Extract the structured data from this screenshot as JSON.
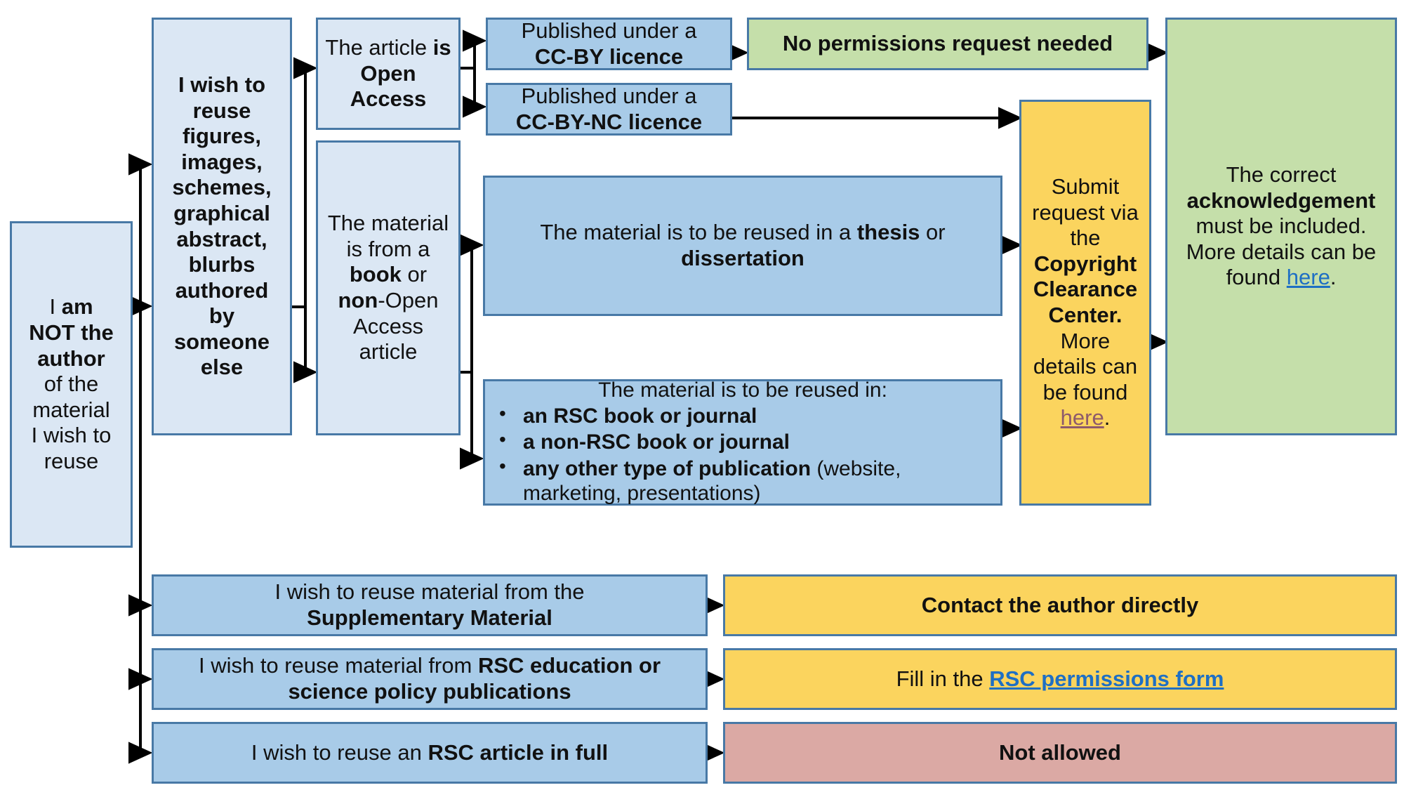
{
  "title": "RSC permissions decision flowchart — I am NOT the author",
  "colors": {
    "box_border": "#4879a6",
    "blue_light": "#dbe7f4",
    "blue_mid": "#a8cbe8",
    "green": "#c5dfaa",
    "yellow": "#fbd45e",
    "red": "#dba9a4",
    "link_blue": "#1e6fc4",
    "link_mauve": "#8e5a6b",
    "arrow": "#000000"
  },
  "nodes": {
    "start": {
      "id": "not-author",
      "lines": [
        "I ",
        "am",
        "NOT the",
        "author",
        " of the",
        "material",
        "I wish to",
        "reuse"
      ],
      "text_plain": "I am NOT the author of the material I wish to reuse",
      "fill": "blue_light"
    },
    "reuse_figures": {
      "id": "reuse-figures",
      "text_plain": "I wish to reuse figures, images, schemes, graphical abstract, blurbs authored by someone else",
      "fill": "blue_light"
    },
    "open_access": {
      "id": "article-open-access",
      "prefix": "The article ",
      "strong": "is Open Access",
      "text_plain": "The article is Open Access",
      "fill": "blue_light"
    },
    "book_or_non_oa": {
      "id": "book-or-non-open-access",
      "text_plain": "The material is from a book or non-Open Access article",
      "lead": "The material is from a ",
      "strong1": "book",
      "mid": " or ",
      "strong2": "non",
      "tail": "-Open Access article",
      "fill": "blue_light"
    },
    "ccby": {
      "id": "cc-by-licence",
      "line1": "Published under a",
      "line2": "CC-BY licence",
      "text_plain": "Published under a CC-BY licence",
      "fill": "blue_mid"
    },
    "ccbync": {
      "id": "cc-by-nc-licence",
      "line1": "Published under a",
      "line2": "CC-BY-NC licence",
      "text_plain": "Published under a CC-BY-NC licence",
      "fill": "blue_mid"
    },
    "no_permission": {
      "id": "no-permissions-request-needed",
      "text": "No permissions request needed",
      "fill": "green"
    },
    "thesis": {
      "id": "thesis-or-dissertation",
      "lead": "The material is to be reused in a ",
      "strong1": "thesis",
      "mid": " or ",
      "strong2": "dissertation",
      "text_plain": "The material is to be reused in a thesis or dissertation",
      "fill": "blue_mid"
    },
    "reused_in": {
      "id": "material-reused-in-list",
      "heading": "The material is to be reused in:",
      "bullets": [
        {
          "strong": "an RSC book or journal",
          "rest": ""
        },
        {
          "strong": "a non-RSC book or journal",
          "rest": ""
        },
        {
          "strong": "any other type of publication",
          "rest": " (website, marketing, presentations)"
        }
      ],
      "fill": "blue_mid"
    },
    "ccc": {
      "id": "copyright-clearance-center",
      "lead": "Submit request via the ",
      "strong": "Copyright Clearance Center.",
      "mid": " More details can be found ",
      "link": "here",
      "tail": ".",
      "text_plain": "Submit request via the Copyright Clearance Center. More details can be found here.",
      "fill": "yellow",
      "link_color": "link_mauve"
    },
    "acknowledgement": {
      "id": "correct-acknowledgement",
      "lead": "The correct ",
      "strong": "acknowledgement",
      "mid": " must be included. More details can be found ",
      "link": "here",
      "tail": ".",
      "text_plain": "The correct acknowledgement must be included. More details can be found here.",
      "fill": "green",
      "link_color": "link_blue"
    },
    "supplementary": {
      "id": "reuse-supplementary-material",
      "line1": "I wish to reuse material from the",
      "line2": "Supplementary Material",
      "text_plain": "I wish to reuse material from the Supplementary Material",
      "fill": "blue_mid"
    },
    "contact_author": {
      "id": "contact-the-author-directly",
      "text": "Contact the author directly",
      "fill": "yellow"
    },
    "education_policy": {
      "id": "reuse-rsc-education-science-policy",
      "lead": "I wish to reuse material from ",
      "strong": "RSC education or science policy publications",
      "text_plain": "I wish to reuse material from RSC education or science policy publications",
      "fill": "blue_mid"
    },
    "permissions_form": {
      "id": "fill-in-rsc-permissions-form",
      "lead": "Fill in the ",
      "link": "RSC permissions form",
      "text_plain": "Fill in the RSC permissions form",
      "fill": "yellow",
      "link_color": "link_blue"
    },
    "article_in_full": {
      "id": "reuse-rsc-article-in-full",
      "lead": "I wish to reuse an ",
      "strong": "RSC article in full",
      "text_plain": "I wish to reuse an RSC article in full",
      "fill": "blue_mid"
    },
    "not_allowed": {
      "id": "not-allowed",
      "text": "Not allowed",
      "fill": "red"
    }
  },
  "edges": [
    {
      "from": "not-author",
      "to": "reuse-figures"
    },
    {
      "from": "not-author",
      "to": "reuse-supplementary-material"
    },
    {
      "from": "not-author",
      "to": "reuse-rsc-education-science-policy"
    },
    {
      "from": "not-author",
      "to": "reuse-rsc-article-in-full"
    },
    {
      "from": "reuse-figures",
      "to": "article-open-access"
    },
    {
      "from": "reuse-figures",
      "to": "book-or-non-open-access"
    },
    {
      "from": "article-open-access",
      "to": "cc-by-licence"
    },
    {
      "from": "article-open-access",
      "to": "cc-by-nc-licence"
    },
    {
      "from": "cc-by-licence",
      "to": "no-permissions-request-needed"
    },
    {
      "from": "cc-by-nc-licence",
      "to": "copyright-clearance-center"
    },
    {
      "from": "book-or-non-open-access",
      "to": "thesis-or-dissertation"
    },
    {
      "from": "book-or-non-open-access",
      "to": "material-reused-in-list"
    },
    {
      "from": "thesis-or-dissertation",
      "to": "copyright-clearance-center"
    },
    {
      "from": "material-reused-in-list",
      "to": "copyright-clearance-center"
    },
    {
      "from": "no-permissions-request-needed",
      "to": "correct-acknowledgement"
    },
    {
      "from": "copyright-clearance-center",
      "to": "correct-acknowledgement"
    },
    {
      "from": "reuse-supplementary-material",
      "to": "contact-the-author-directly"
    },
    {
      "from": "reuse-rsc-education-science-policy",
      "to": "fill-in-rsc-permissions-form"
    },
    {
      "from": "reuse-rsc-article-in-full",
      "to": "not-allowed"
    }
  ]
}
